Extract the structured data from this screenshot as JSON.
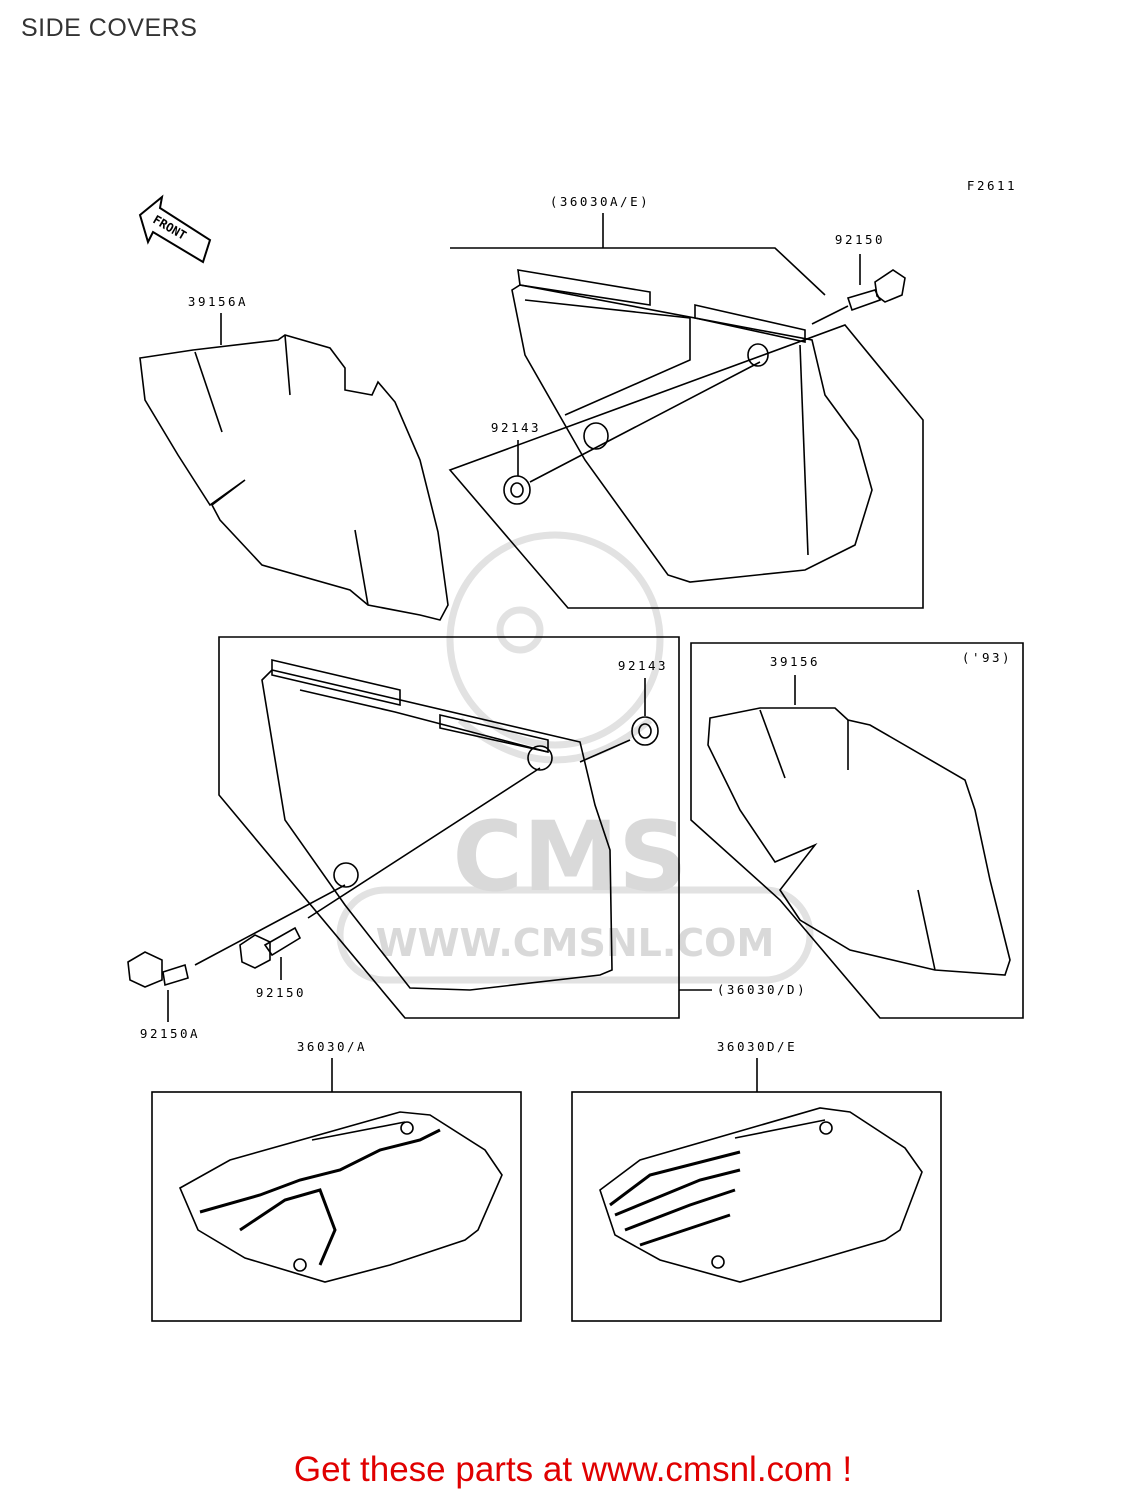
{
  "page": {
    "title": "SIDE COVERS"
  },
  "figure": {
    "code": "F2611",
    "front_arrow": "FRONT"
  },
  "callouts": {
    "c1": "(36030A/E)",
    "c2": "92150",
    "c3": "39156A",
    "c4": "92143",
    "c5": "92143",
    "c6": "39156",
    "c7": "('93)",
    "c8": "92150",
    "c9": "(36030/D)",
    "c10": "92150A",
    "c11": "36030/A",
    "c12": "36030D/E"
  },
  "watermark": {
    "brand": "CMS",
    "url": "WWW.CMSNL.COM"
  },
  "promo": {
    "text": "Get these parts at www.cmsnl.com !",
    "color": "#e00000"
  }
}
